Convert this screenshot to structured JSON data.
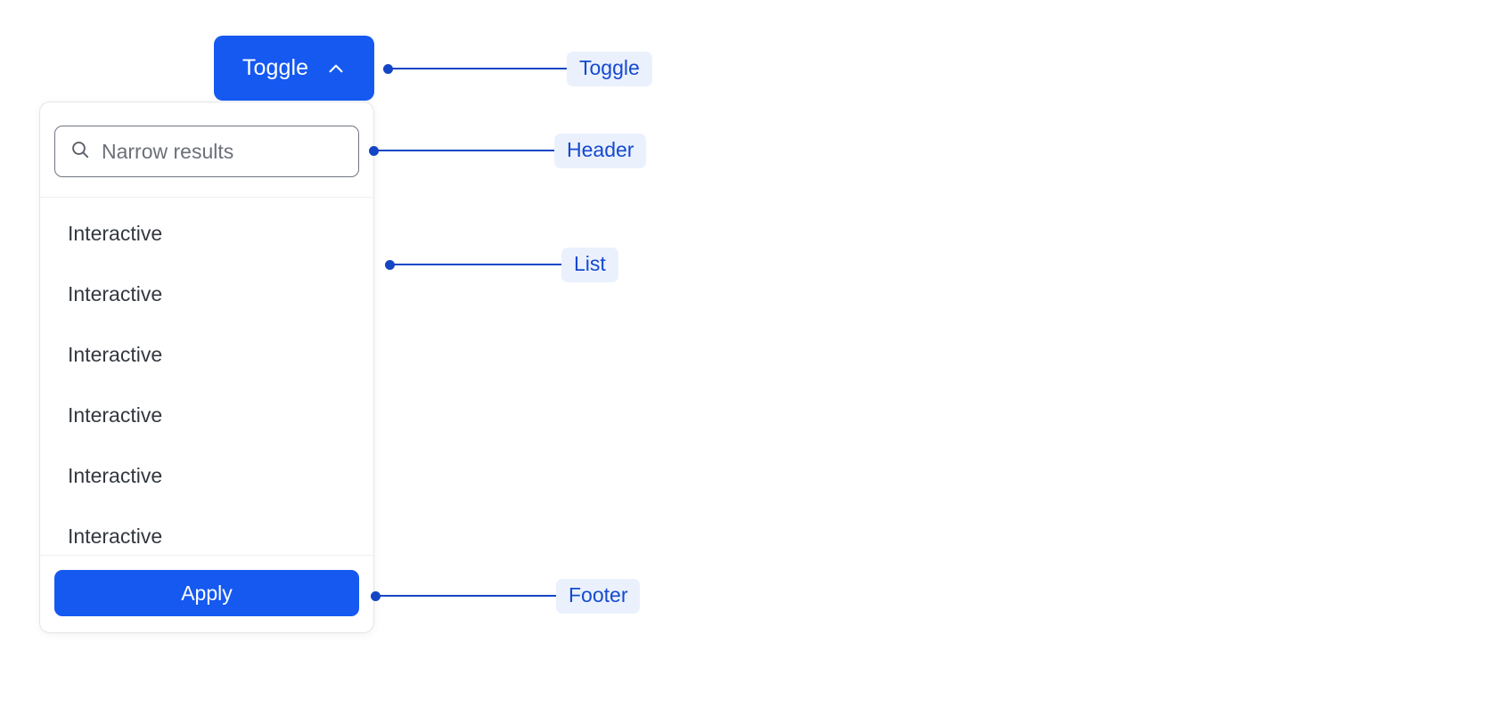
{
  "toggle": {
    "label": "Toggle",
    "icon": "chevron-up-icon",
    "expanded": true,
    "background_color": "#1559f0",
    "text_color": "#ffffff"
  },
  "dropdown": {
    "header": {
      "search": {
        "icon": "search-icon",
        "placeholder": "Narrow results",
        "value": ""
      }
    },
    "list": {
      "items": [
        {
          "label": "Interactive"
        },
        {
          "label": "Interactive"
        },
        {
          "label": "Interactive"
        },
        {
          "label": "Interactive"
        },
        {
          "label": "Interactive"
        },
        {
          "label": "Interactive"
        }
      ]
    },
    "footer": {
      "apply_label": "Apply",
      "apply_background_color": "#1559f0"
    },
    "border_color": "#e3e5e8",
    "background_color": "#ffffff"
  },
  "annotations": [
    {
      "label": "Toggle",
      "target": "toggle-button"
    },
    {
      "label": "Header",
      "target": "dropdown-header"
    },
    {
      "label": "List",
      "target": "dropdown-list"
    },
    {
      "label": "Footer",
      "target": "dropdown-footer"
    }
  ],
  "annotation_style": {
    "line_color": "#1445c4",
    "badge_background_color": "#eaf1fd",
    "badge_text_color": "#1549cf"
  }
}
